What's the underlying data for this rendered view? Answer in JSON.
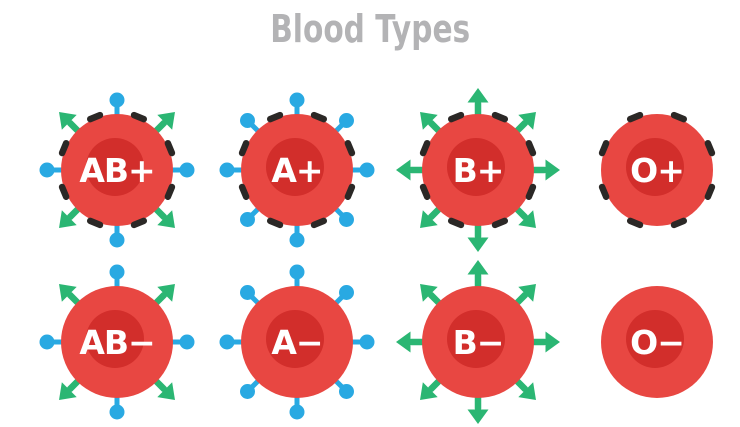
{
  "title": "Blood Types",
  "colors": {
    "cell_red": "#e84742",
    "cell_inner_red": "#d22e2b",
    "antigen_a_blue": "#29a9e2",
    "antigen_b_green": "#2bb673",
    "rh_dash_black": "#2b2826",
    "title_gray": "#b3b3b5",
    "label_white": "#ffffff"
  },
  "rh_dash_angles": [
    22.5,
    67.5,
    112.5,
    157.5,
    202.5,
    247.5,
    292.5,
    337.5
  ],
  "cells": [
    {
      "id": "ab-plus",
      "label": "AB+",
      "a_antigen_angles": [
        0,
        90,
        180,
        270
      ],
      "b_antigen_angles": [
        45,
        135,
        225,
        315
      ],
      "rh_positive": true
    },
    {
      "id": "a-plus",
      "label": "A+",
      "a_antigen_angles": [
        0,
        45,
        90,
        135,
        180,
        225,
        270,
        315
      ],
      "b_antigen_angles": [],
      "rh_positive": true
    },
    {
      "id": "b-plus",
      "label": "B+",
      "a_antigen_angles": [],
      "b_antigen_angles": [
        0,
        45,
        90,
        135,
        180,
        225,
        270,
        315
      ],
      "rh_positive": true
    },
    {
      "id": "o-plus",
      "label": "O+",
      "a_antigen_angles": [],
      "b_antigen_angles": [],
      "rh_positive": true
    },
    {
      "id": "ab-minus",
      "label": "AB−",
      "a_antigen_angles": [
        0,
        90,
        180,
        270
      ],
      "b_antigen_angles": [
        45,
        135,
        225,
        315
      ],
      "rh_positive": false
    },
    {
      "id": "a-minus",
      "label": "A−",
      "a_antigen_angles": [
        0,
        45,
        90,
        135,
        180,
        225,
        270,
        315
      ],
      "b_antigen_angles": [],
      "rh_positive": false
    },
    {
      "id": "b-minus",
      "label": "B−",
      "a_antigen_angles": [],
      "b_antigen_angles": [
        0,
        45,
        90,
        135,
        180,
        225,
        270,
        315
      ],
      "rh_positive": false
    },
    {
      "id": "o-minus",
      "label": "O−",
      "a_antigen_angles": [],
      "b_antigen_angles": [],
      "rh_positive": false
    }
  ]
}
